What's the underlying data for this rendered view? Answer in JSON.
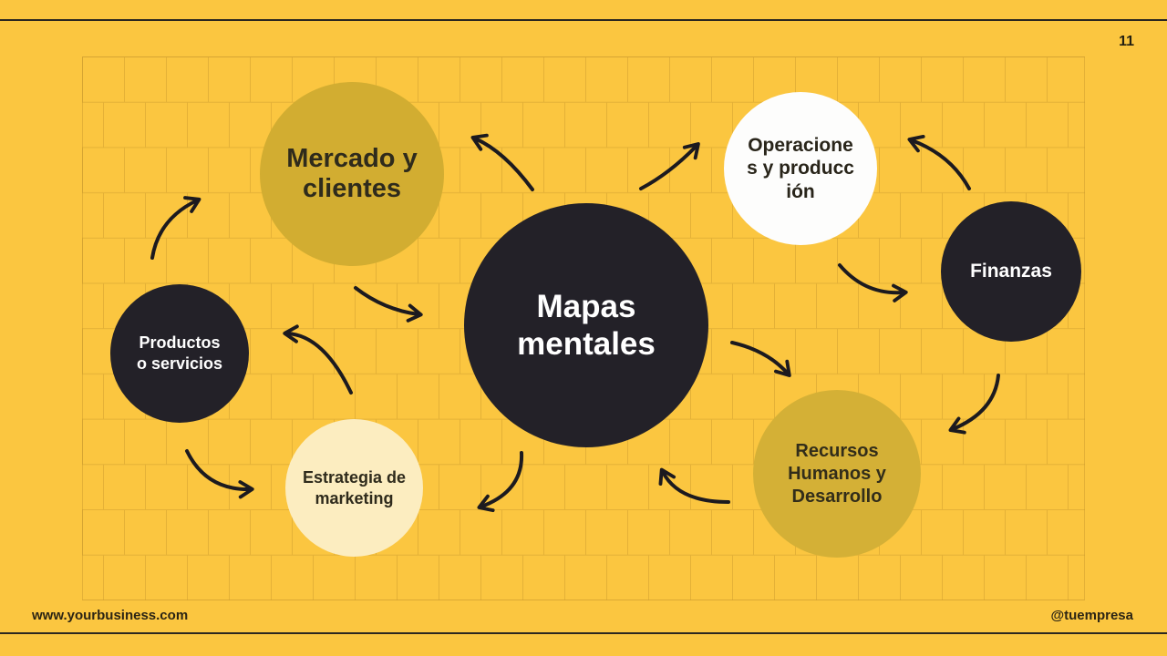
{
  "slide": {
    "page_number": "11",
    "footer": {
      "left": "www.yourbusiness.com",
      "right": "@tuempresa"
    }
  },
  "mindmap": {
    "center": {
      "label": "Mapas\nmentales",
      "fill": "#232128",
      "text_color": "#ffffff"
    },
    "nodes": {
      "mercado": {
        "label": "Mercado y\nclientes",
        "fill": "#d2ad31",
        "text_color": "#2f2b1c"
      },
      "operaciones": {
        "label": "Operacione\ns y producc\nión",
        "fill": "#fdfdfc",
        "text_color": "#29251a"
      },
      "finanzas": {
        "label": "Finanzas",
        "fill": "#232128",
        "text_color": "#ffffff"
      },
      "productos": {
        "label": "Productos\no servicios",
        "fill": "#232128",
        "text_color": "#ffffff"
      },
      "estrategia": {
        "label": "Estrategia de\nmarketing",
        "fill": "#fcedc0",
        "text_color": "#2f2b1c"
      },
      "recursos": {
        "label": "Recursos\nHumanos y\nDesarrollo",
        "fill": "#d4b036",
        "text_color": "#322d1a"
      }
    }
  },
  "colors": {
    "background": "#fbc640",
    "grid_line": "#c3932a",
    "divider_line": "#2b2720",
    "arrow": "#1c1a1f",
    "accent_dark": "#232128",
    "accent_gold": "#d2ad31",
    "accent_cream": "#fcedc0",
    "accent_white": "#fdfdfc"
  }
}
